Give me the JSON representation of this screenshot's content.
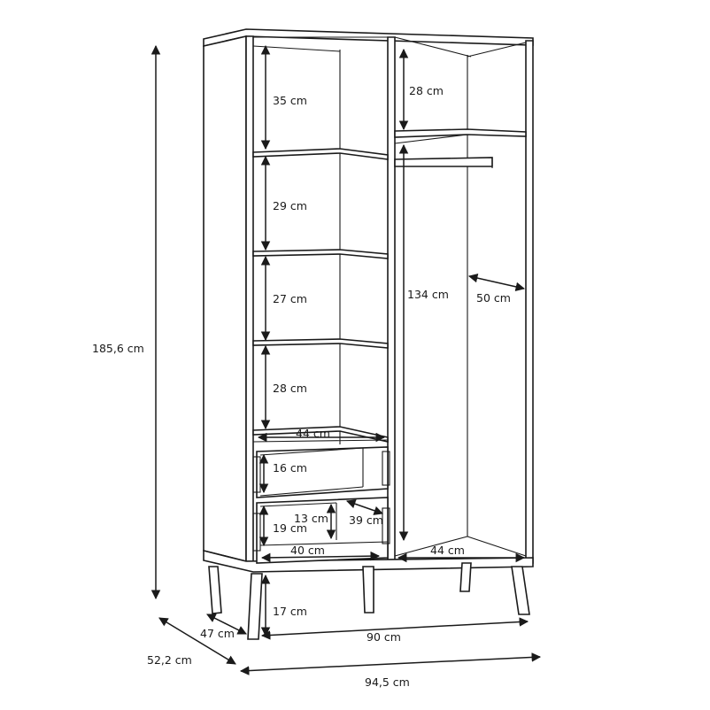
{
  "dimensions": {
    "overall_height": "185,6 cm",
    "left_shelf_1_height": "35 cm",
    "left_shelf_2_height": "29 cm",
    "left_shelf_3_height": "27 cm",
    "left_shelf_4_height": "28 cm",
    "left_shelf_width": "44 cm",
    "upper_drawer_height": "16 cm",
    "lower_drawer_inner_height": "13 cm",
    "lower_drawer_height": "19 cm",
    "drawer_depth": "39 cm",
    "drawer_width": "40 cm",
    "right_top_compartment_height": "28 cm",
    "hanging_height": "134 cm",
    "right_depth": "50 cm",
    "right_compartment_width": "44 cm",
    "leg_height": "17 cm",
    "leg_depth": "47 cm",
    "overall_depth": "52,2 cm",
    "inner_width": "90 cm",
    "overall_width": "94,5 cm"
  }
}
